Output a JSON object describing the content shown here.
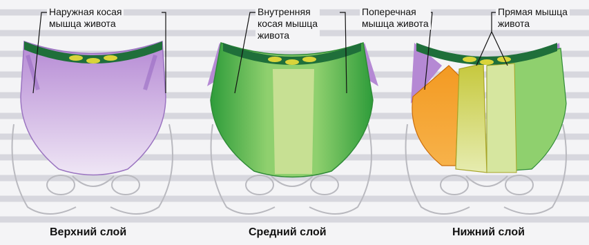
{
  "labels": {
    "external_oblique": "Наружная косая\nмышца живота",
    "internal_oblique": "Внутренняя\nкосая мышца\nживота",
    "transverse": "Поперечная\nмышца живота",
    "rectus": "Прямая мышца\nживота"
  },
  "captions": {
    "top_layer": "Верхний слой",
    "middle_layer": "Средний слой",
    "bottom_layer": "Нижний слой"
  },
  "colors": {
    "external_oblique": "#b58ad6",
    "internal_oblique": "#3fae45",
    "transverse": "#f08a1a",
    "rectus": "#c9c43a",
    "rib_cage": "#1f6f3a",
    "bone_outline": "#b9b9bf"
  }
}
